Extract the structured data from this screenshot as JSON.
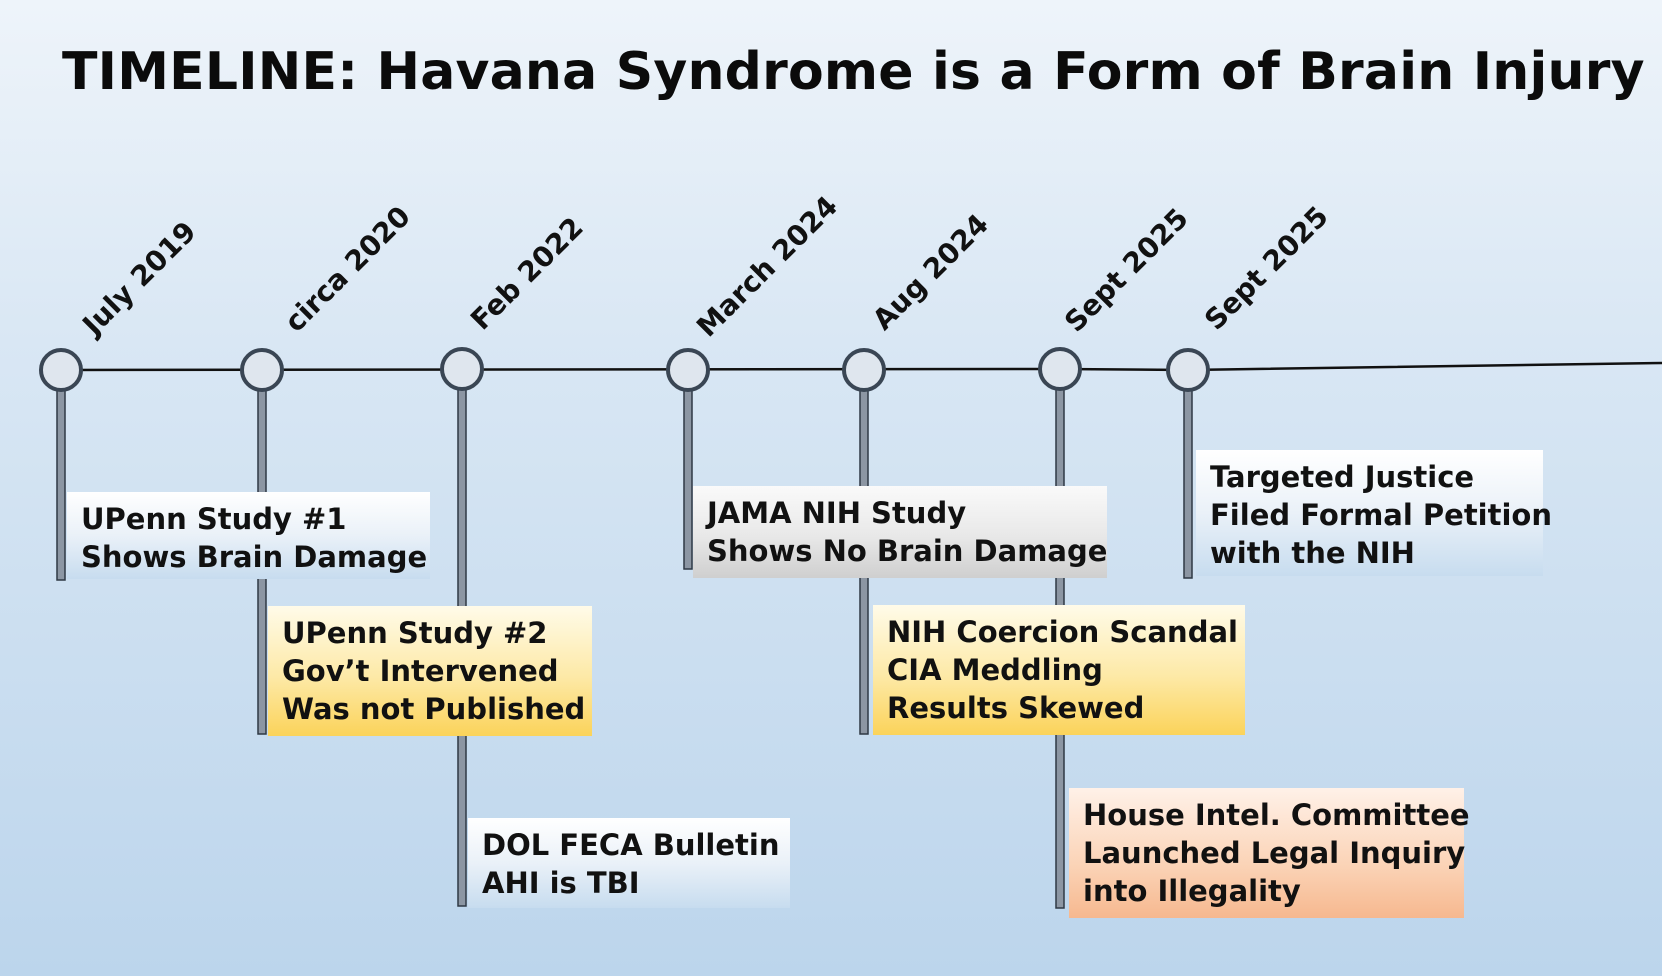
{
  "title": "TIMELINE: Havana Syndrome is a Form of Brain Injury",
  "milestones": [
    {
      "date": "July 2019"
    },
    {
      "date": "circa 2020"
    },
    {
      "date": "Feb 2022"
    },
    {
      "date": "March 2024"
    },
    {
      "date": "Aug 2024"
    },
    {
      "date": "Sept 2025"
    },
    {
      "date": "Sept 2025"
    }
  ],
  "events": [
    {
      "milestone": 0,
      "style": "blue",
      "lines": [
        "UPenn Study #1",
        "Shows Brain Damage"
      ]
    },
    {
      "milestone": 1,
      "style": "yellow",
      "lines": [
        "UPenn Study #2",
        "Gov’t Intervened",
        "Was not Published"
      ]
    },
    {
      "milestone": 2,
      "style": "blue",
      "lines": [
        "DOL FECA Bulletin",
        "AHI is TBI"
      ]
    },
    {
      "milestone": 3,
      "style": "gray",
      "lines": [
        "JAMA NIH Study",
        "Shows No Brain Damage"
      ]
    },
    {
      "milestone": 4,
      "style": "yellow",
      "lines": [
        "NIH Coercion Scandal",
        "CIA Meddling",
        "Results Skewed"
      ]
    },
    {
      "milestone": 5,
      "style": "orange",
      "lines": [
        "House Intel. Committee",
        "Launched Legal Inquiry",
        "into Illegality"
      ]
    },
    {
      "milestone": 6,
      "style": "blue",
      "lines": [
        "Targeted Justice",
        "Filed Formal Petition",
        "with the NIH"
      ]
    }
  ],
  "colors": {
    "line": "#111111",
    "node_fill": "#dfe6ee",
    "node_stroke": "#3a4654",
    "stem": "#8c96a3"
  }
}
